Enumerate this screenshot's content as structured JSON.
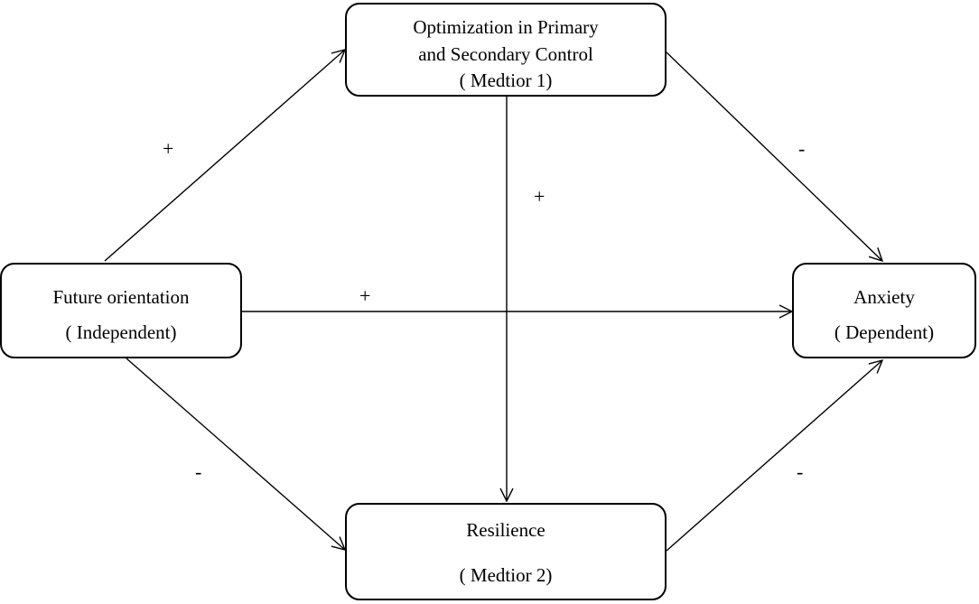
{
  "nodes": {
    "mediator1": {
      "lines": [
        "Optimization in Primary",
        "and Secondary Control",
        "( Medtior  1)"
      ]
    },
    "independent": {
      "lines": [
        "Future orientation",
        "( Independent)"
      ]
    },
    "dependent": {
      "lines": [
        "Anxiety",
        "( Dependent)"
      ]
    },
    "mediator2": {
      "lines": [
        "Resilience",
        "( Medtior  2)"
      ]
    }
  },
  "edges": {
    "independent_to_mediator1": {
      "sign": "+"
    },
    "mediator1_to_mediator2": {
      "sign": "+"
    },
    "mediator1_to_dependent": {
      "sign": "-"
    },
    "independent_to_dependent": {
      "sign": "+"
    },
    "independent_to_mediator2": {
      "sign": "-"
    },
    "mediator2_to_dependent": {
      "sign": "-"
    }
  },
  "colors": {
    "line": "#000000",
    "background": "#ffffff"
  }
}
